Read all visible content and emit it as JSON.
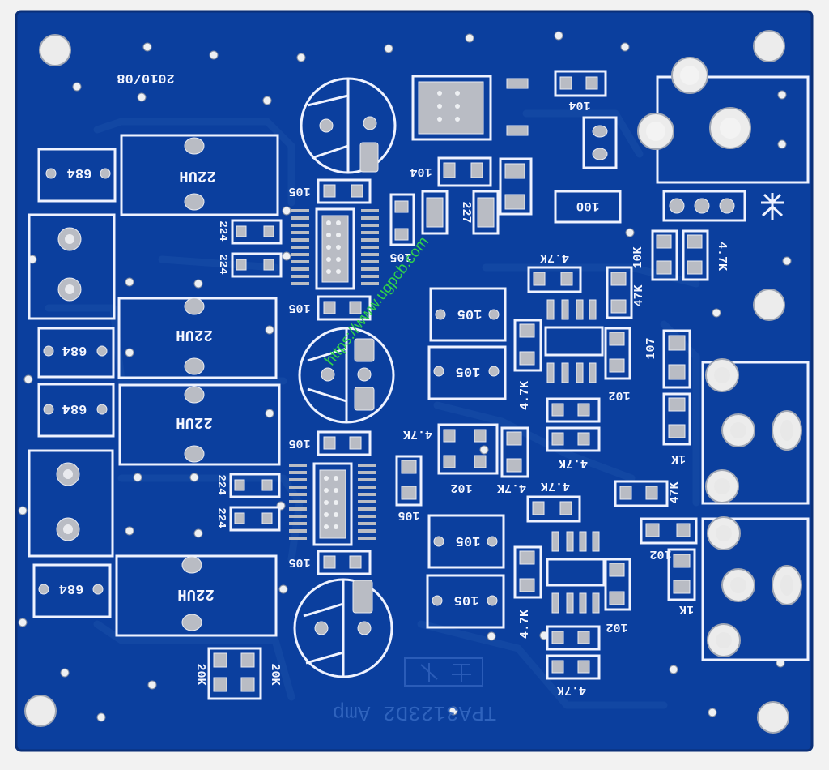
{
  "board": {
    "date_code": "2010/08",
    "title_text": "TPA3123D2 Amp",
    "watermark": "https://www.ugpcb.com",
    "colors": {
      "mask": "#0b3f9e",
      "mask_dark": "#093488",
      "silk": "#eef2ff",
      "pad": "#b9bcc4",
      "watermark": "#2fd24a"
    }
  },
  "labels": {
    "inductor": "22UH",
    "cap_684": "684",
    "cap_105": "105",
    "cap_104": "104",
    "cap_224": "224",
    "cap_227": "227",
    "cap_102": "102",
    "cap_107": "107",
    "res_4k7": "4.7K",
    "res_10k": "10K",
    "res_47k": "47K",
    "res_1k": "1K",
    "res_20k": "20K",
    "res_100": "100"
  }
}
